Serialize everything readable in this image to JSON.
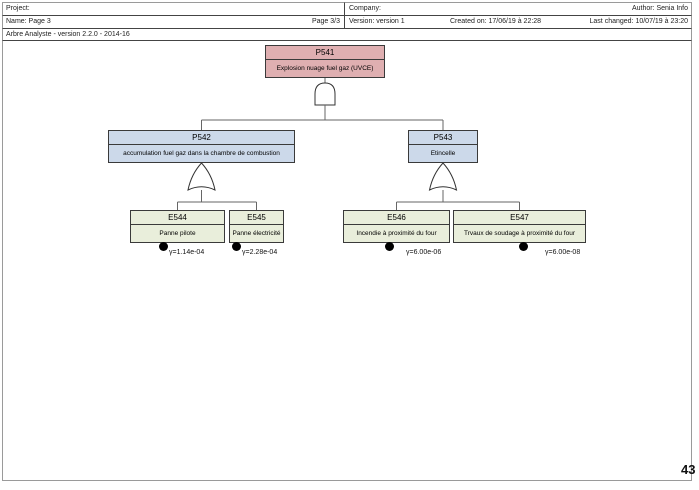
{
  "header": {
    "project": "Project:",
    "name": "Name: Page 3",
    "page": "Page 3/3",
    "company": "Company:",
    "version": "Version: version 1",
    "created": "Created on: 17/06/19 à 22:28",
    "author": "Author: Senia Info",
    "last_changed": "Last changed: 10/07/19 à 23:20",
    "app_info": "Arbre Analyste - version 2.2.0 - 2014-16"
  },
  "page_number": "43",
  "colors": {
    "top_event_fill": "#dfafb1",
    "intermediate_event_fill": "#ccd9ea",
    "basic_event_fill": "#e9eedb"
  },
  "tree": {
    "root": {
      "id": "P541",
      "desc": "Explosion nuage fuel gaz (UVCE)",
      "gate": "AND"
    },
    "intermediate": [
      {
        "id": "P542",
        "desc": "accumulation fuel gaz dans la chambre de combustion",
        "gate": "OR"
      },
      {
        "id": "P543",
        "desc": "Etincelle",
        "gate": "OR"
      }
    ],
    "basic": [
      {
        "id": "E544",
        "desc": "Panne pilote",
        "param": "γ=1.14e-04"
      },
      {
        "id": "E545",
        "desc": "Panne électricité",
        "param": "γ=2.28e-04"
      },
      {
        "id": "E546",
        "desc": "Incendie à proximité du four",
        "param": "γ=6.00e-06"
      },
      {
        "id": "E547",
        "desc": "Trvaux de soudage à proximité du four",
        "param": "γ=6.00e-08"
      }
    ]
  }
}
